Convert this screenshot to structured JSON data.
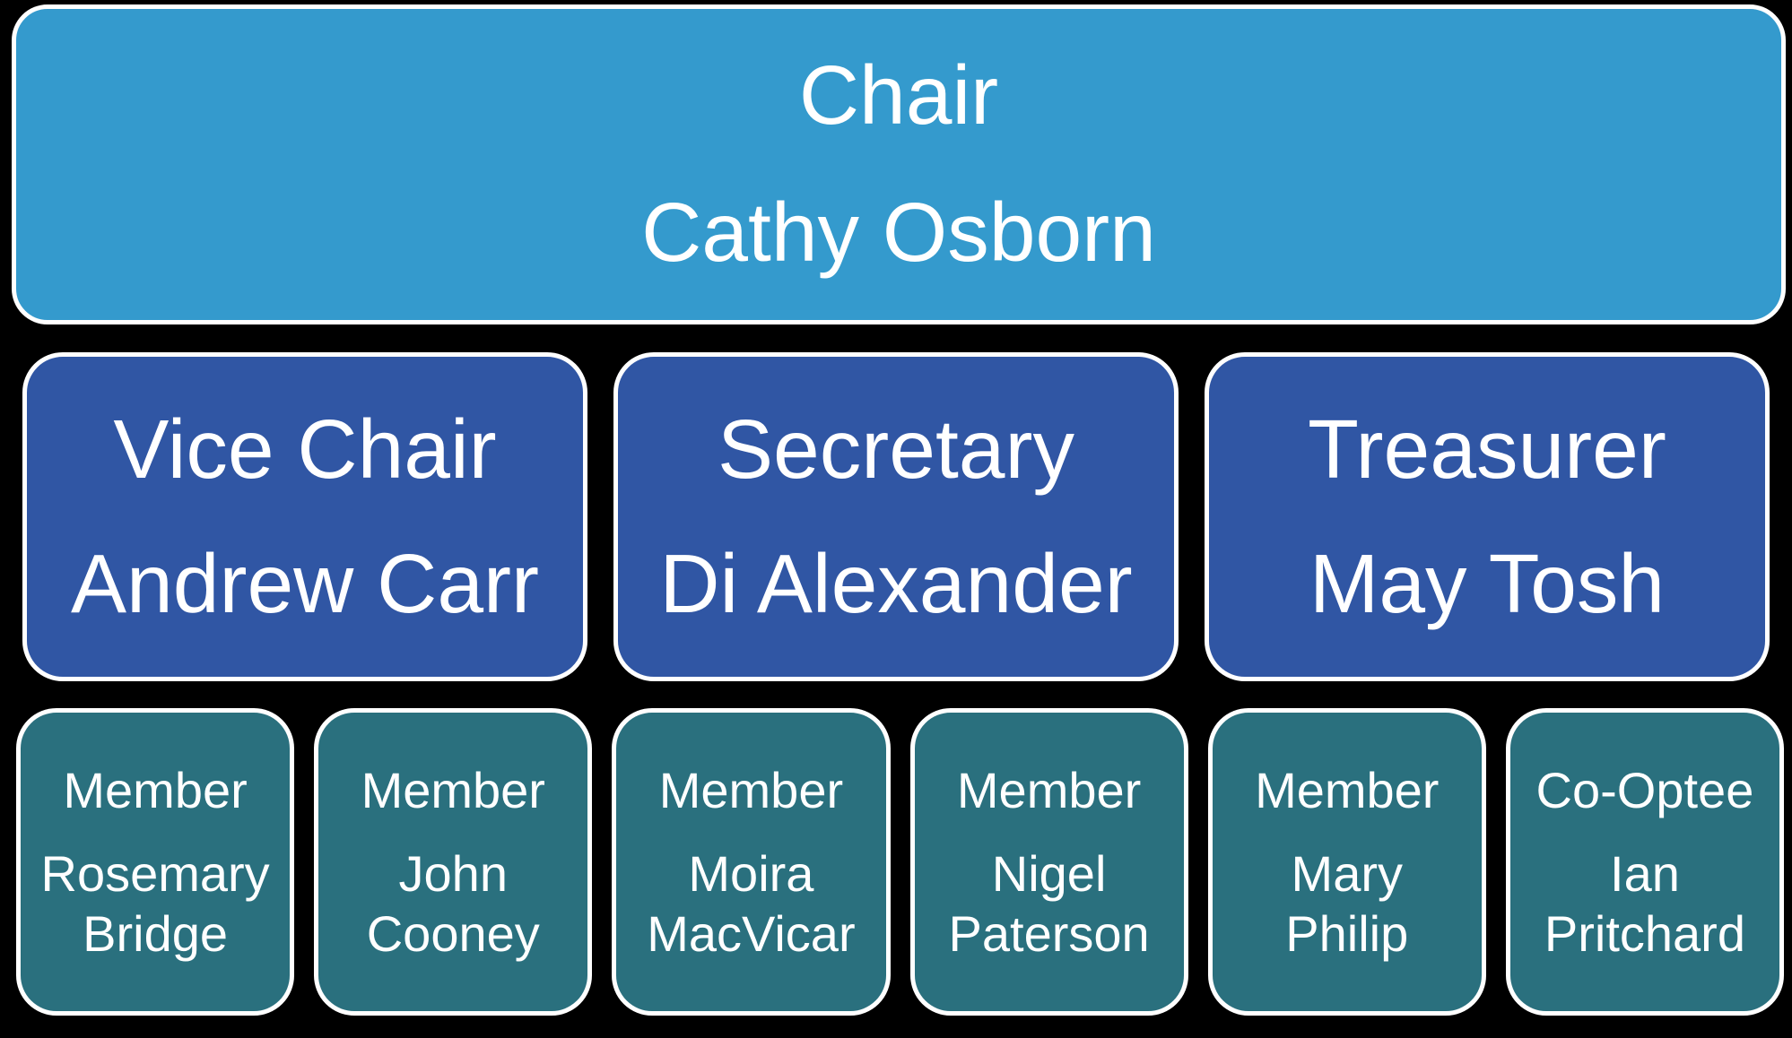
{
  "diagram": {
    "type": "org-chart",
    "description": "Committee structure chart with three tiers"
  },
  "colors": {
    "bg": "#000000",
    "border": "#ffffff",
    "text": "#ffffff",
    "chair-fill": "#349acd",
    "officer-fill": "#3056a4",
    "member-fill": "#2a707e"
  },
  "org": {
    "chair": {
      "role": "Chair",
      "name": "Cathy Osborn"
    },
    "officers": [
      {
        "role": "Vice Chair",
        "name": "Andrew Carr"
      },
      {
        "role": "Secretary",
        "name": "Di Alexander"
      },
      {
        "role": "Treasurer",
        "name": "May Tosh"
      }
    ],
    "members": [
      {
        "role": "Member",
        "name": "Rosemary Bridge"
      },
      {
        "role": "Member",
        "name": "John Cooney"
      },
      {
        "role": "Member",
        "name": "Moira MacVicar"
      },
      {
        "role": "Member",
        "name": "Nigel Paterson"
      },
      {
        "role": "Member",
        "name": "Mary Philip"
      },
      {
        "role": "Co-Optee",
        "name": "Ian Pritchard"
      }
    ]
  }
}
